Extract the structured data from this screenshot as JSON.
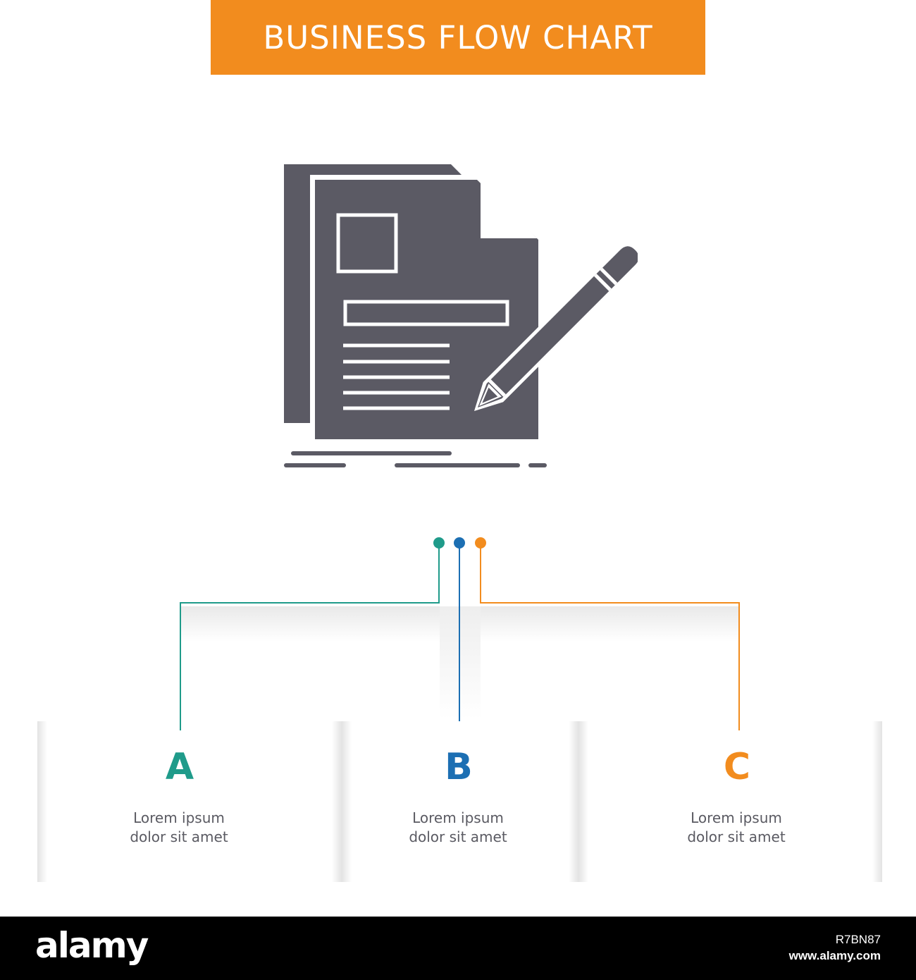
{
  "header": {
    "title": "BUSINESS FLOW CHART"
  },
  "colors": {
    "banner": "#f28c1e",
    "icon": "#5b5a64",
    "step_a": "#1f9b8a",
    "step_b": "#1c6fb3",
    "step_c": "#f28c1e",
    "body_text": "#5a5a62"
  },
  "icon": {
    "name": "contract-sign-icon"
  },
  "steps": [
    {
      "letter": "A",
      "line1": "Lorem ipsum",
      "line2": "dolor sit amet"
    },
    {
      "letter": "B",
      "line1": "Lorem ipsum",
      "line2": "dolor sit amet"
    },
    {
      "letter": "C",
      "line1": "Lorem ipsum",
      "line2": "dolor sit amet"
    }
  ],
  "footer": {
    "brand": "alamy",
    "image_id": "R7BN87",
    "url": "www.alamy.com"
  }
}
